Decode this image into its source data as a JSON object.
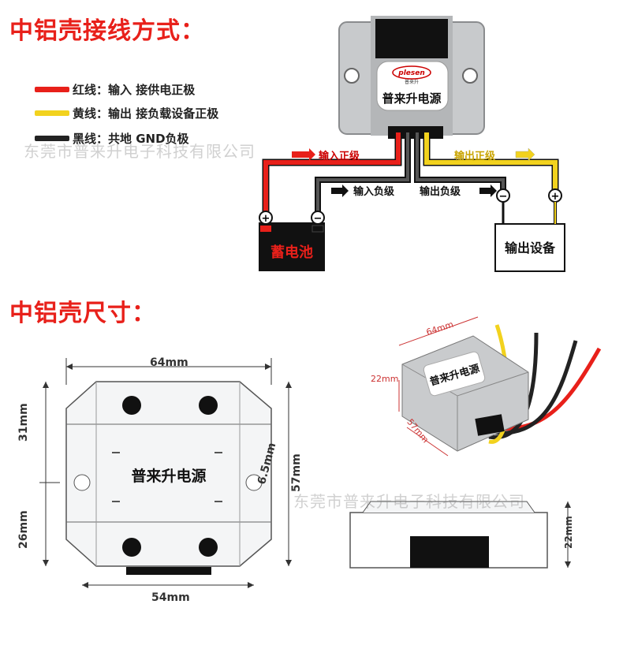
{
  "section1": {
    "title": "中铝壳接线方式："
  },
  "legend": [
    {
      "text": "红线：输入 接供电正极",
      "color": "#e8201a"
    },
    {
      "text": "黄线：输出 接负载设备正极",
      "color": "#f2d21e"
    },
    {
      "text": "黑线：共地 GND负极",
      "color": "#222222"
    }
  ],
  "watermark1": "东莞市普来升电子科技有限公司",
  "module": {
    "brand": "plesen",
    "brand_sub": "普来升",
    "label": "普来升电源"
  },
  "wiring": {
    "input_pos": "输入正级",
    "output_pos": "输出正级",
    "input_neg": "输入负级",
    "output_neg": "输出负级",
    "battery": "蓄电池",
    "device": "输出设备",
    "plus": "+",
    "minus": "−"
  },
  "section2": {
    "title": "中铝壳尺寸："
  },
  "dims": {
    "width_top": "64mm",
    "width_bottom": "54mm",
    "left_upper": "31mm",
    "left_lower": "26mm",
    "hole": "6.5mm",
    "height": "57mm",
    "label": "普来升电源",
    "photo_64": "64mm",
    "photo_22": "22mm",
    "photo_57": "57mm",
    "photo_label": "普来升电源",
    "side_22": "22mm"
  },
  "watermark2": "东莞市普来升电子科技有限公司"
}
